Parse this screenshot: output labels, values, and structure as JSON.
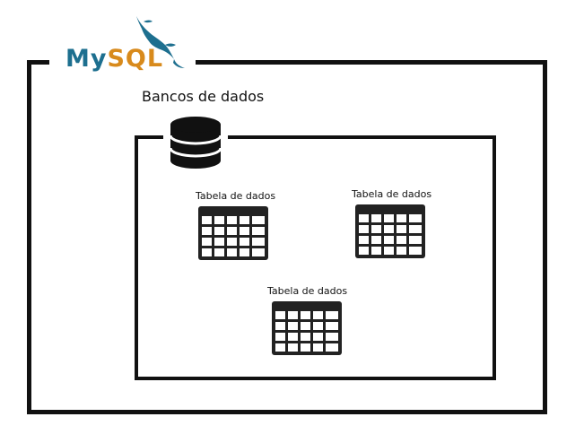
{
  "logo": {
    "my": "My",
    "sql": "SQL",
    "colors": {
      "my": "#1d6f8f",
      "sql": "#d88a1c",
      "dolphin": "#1d6f8f"
    }
  },
  "database": {
    "label": "Bancos de dados",
    "icon": "database-icon"
  },
  "tables": [
    {
      "label": "Tabela de dados",
      "icon": "table-icon"
    },
    {
      "label": "Tabela de dados",
      "icon": "table-icon"
    },
    {
      "label": "Tabela de dados",
      "icon": "table-icon"
    }
  ]
}
